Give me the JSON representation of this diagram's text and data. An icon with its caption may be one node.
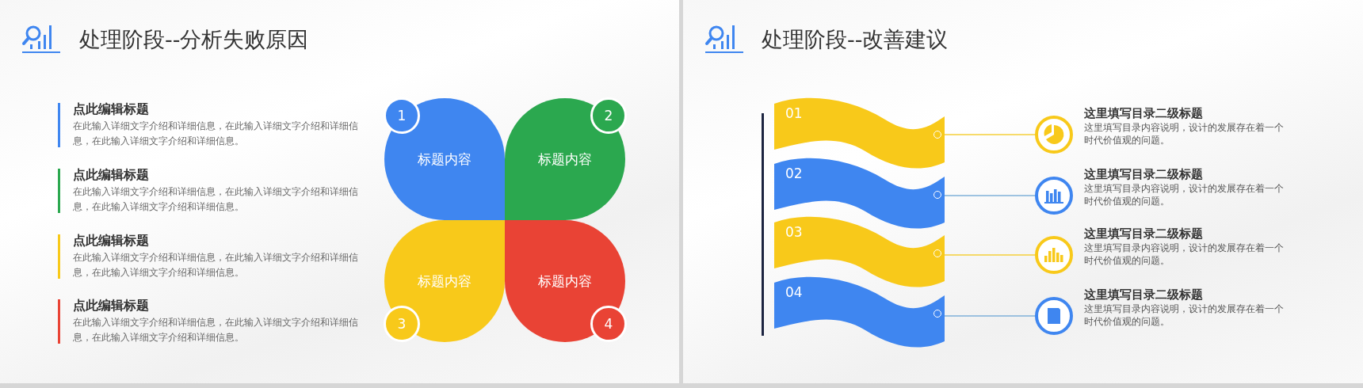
{
  "diagram": {
    "nodes": [
      {
        "text": [
          "标题内容"
        ]
      },
      {
        "text": [
          "标题内容"
        ]
      },
      {
        "text": [
          "标题内容"
        ]
      },
      {
        "text": [
          "标题内容"
        ]
      },
      {
        "text": [
          "1"
        ],
        "in": 0
      },
      {
        "text": [
          "2"
        ],
        "in": 1
      },
      {
        "text": [
          "3"
        ],
        "in": 2
      },
      {
        "text": [
          "4"
        ],
        "in": 3
      },
      {
        "text": [
          "01"
        ]
      },
      {
        "text": [
          "02"
        ]
      },
      {
        "text": [
          "03"
        ]
      },
      {
        "text": [
          "04"
        ]
      },
      {
        "text": [],
        "shape": "circle",
        "beside": [
          "这里填写目录二级标题",
          "这里填写目录内容说明，设计的发展存在着一个时代价值观的问题。"
        ]
      },
      {
        "text": [],
        "shape": "circle",
        "beside": [
          "这里填写目录二级标题",
          "这里填写目录内容说明，设计的发展存在着一个时代价值观的问题。"
        ]
      },
      {
        "text": [],
        "shape": "circle",
        "beside": [
          "这里填写目录二级标题",
          "这里填写目录内容说明，设计的发展存在着一个时代价值观的问题。"
        ]
      },
      {
        "text": [],
        "shape": "circle",
        "beside": [
          "这里填写目录二级标题",
          "这里填写目录内容说明，设计的发展存在着一个时代价值观的问题。"
        ]
      }
    ],
    "edges": [
      {
        "from": 8,
        "to": 12,
        "arrow": "none",
        "color": "#f5cf3a"
      },
      {
        "from": 9,
        "to": 13,
        "arrow": "none",
        "color": "#7fb0d8"
      },
      {
        "from": 10,
        "to": 14,
        "arrow": "none",
        "color": "#f5cf3a"
      },
      {
        "from": 11,
        "to": 15,
        "arrow": "none",
        "color": "#7fb0d8"
      }
    ],
    "labels": [
      "处理阶段--分析失败原因",
      "点此编辑标题",
      "在此输入详细文字介绍和详细信息，在此输入详细文字介绍和详细信息，在此输入详细文字介绍和详细信息。",
      "点此编辑标题",
      "在此输入详细文字介绍和详细信息，在此输入详细文字介绍和详细信息，在此输入详细文字介绍和详细信息。",
      "点此编辑标题",
      "在此输入详细文字介绍和详细信息，在此输入详细文字介绍和详细信息，在此输入详细文字介绍和详细信息。",
      "点此编辑标题",
      "在此输入详细文字介绍和详细信息，在此输入详细文字介绍和详细信息，在此输入详细文字介绍和详细信息。",
      "处理阶段--改善建议"
    ]
  }
}
